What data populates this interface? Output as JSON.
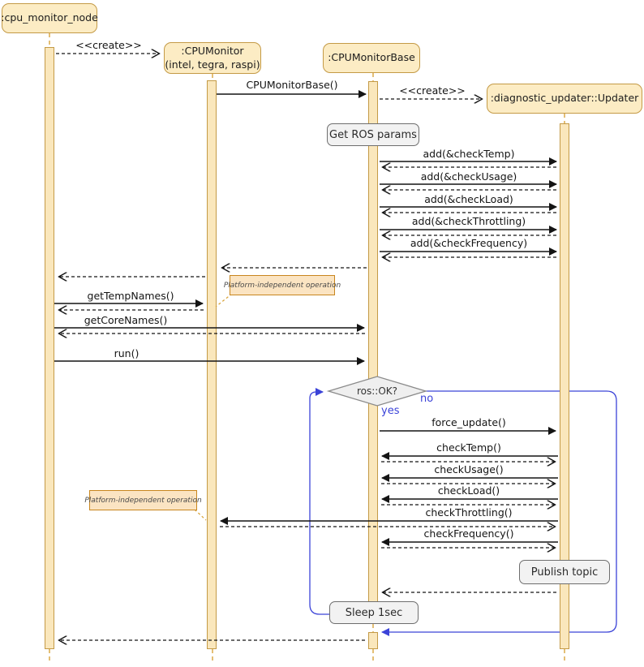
{
  "participants": [
    {
      "label": ":cpu_monitor_node"
    },
    {
      "label": ":CPUMonitor",
      "sublabel": "(intel, tegra, raspi)"
    },
    {
      "label": ":CPUMonitorBase"
    },
    {
      "label": ":diagnostic_updater::Updater"
    }
  ],
  "messages": [
    {
      "label": "<<create>>"
    },
    {
      "label": "CPUMonitorBase()"
    },
    {
      "label": "<<create>>"
    },
    {
      "label": "add(&checkTemp)"
    },
    {
      "label": "add(&checkUsage)"
    },
    {
      "label": "add(&checkLoad)"
    },
    {
      "label": "add(&checkThrottling)"
    },
    {
      "label": "add(&checkFrequency)"
    },
    {
      "label": "getTempNames()"
    },
    {
      "label": "getCoreNames()"
    },
    {
      "label": "run()"
    },
    {
      "label": "force_update()"
    },
    {
      "label": "checkTemp()"
    },
    {
      "label": "checkUsage()"
    },
    {
      "label": "checkLoad()"
    },
    {
      "label": "checkThrottling()"
    },
    {
      "label": "checkFrequency()"
    }
  ],
  "actions": {
    "get_ros_params": "Get ROS params",
    "publish_topic": "Publish topic",
    "sleep": "Sleep 1sec"
  },
  "notes": {
    "platform_note": "Platform-independent operation"
  },
  "loop": {
    "condition": "ros::OK?",
    "yes": "yes",
    "no": "no"
  },
  "colors": {
    "participant_fill": "#fcecc4",
    "participant_border": "#c49a46",
    "activation_fill": "#fae7bc",
    "note_fill": "#fbe4c2",
    "note_border": "#c8861e",
    "action_fill": "#f2f2f2",
    "action_border": "#6e6e6e",
    "loop_blue": "#3b43d8",
    "lifeline_orange": "#d9a43b",
    "arrow_black": "#141414"
  }
}
